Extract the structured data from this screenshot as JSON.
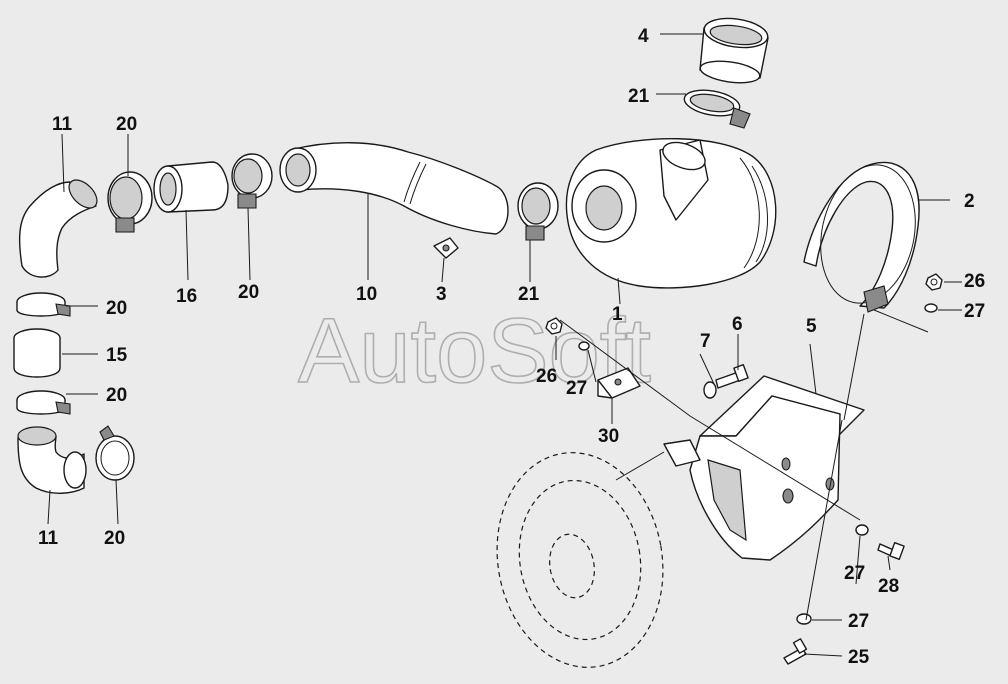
{
  "watermark": "AutoSoft",
  "part_numbers": {
    "n1": "1",
    "n2": "2",
    "n3": "3",
    "n4": "4",
    "n5": "5",
    "n6": "6",
    "n7": "7",
    "n10": "10",
    "n11": "11",
    "n15": "15",
    "n16": "16",
    "n20": "20",
    "n21": "21",
    "n25": "25",
    "n26": "26",
    "n27": "27",
    "n28": "28",
    "n30": "30"
  },
  "colors": {
    "background": "#ebebeb",
    "line": "#1a1a1a",
    "watermark": "#9a9a9a"
  }
}
